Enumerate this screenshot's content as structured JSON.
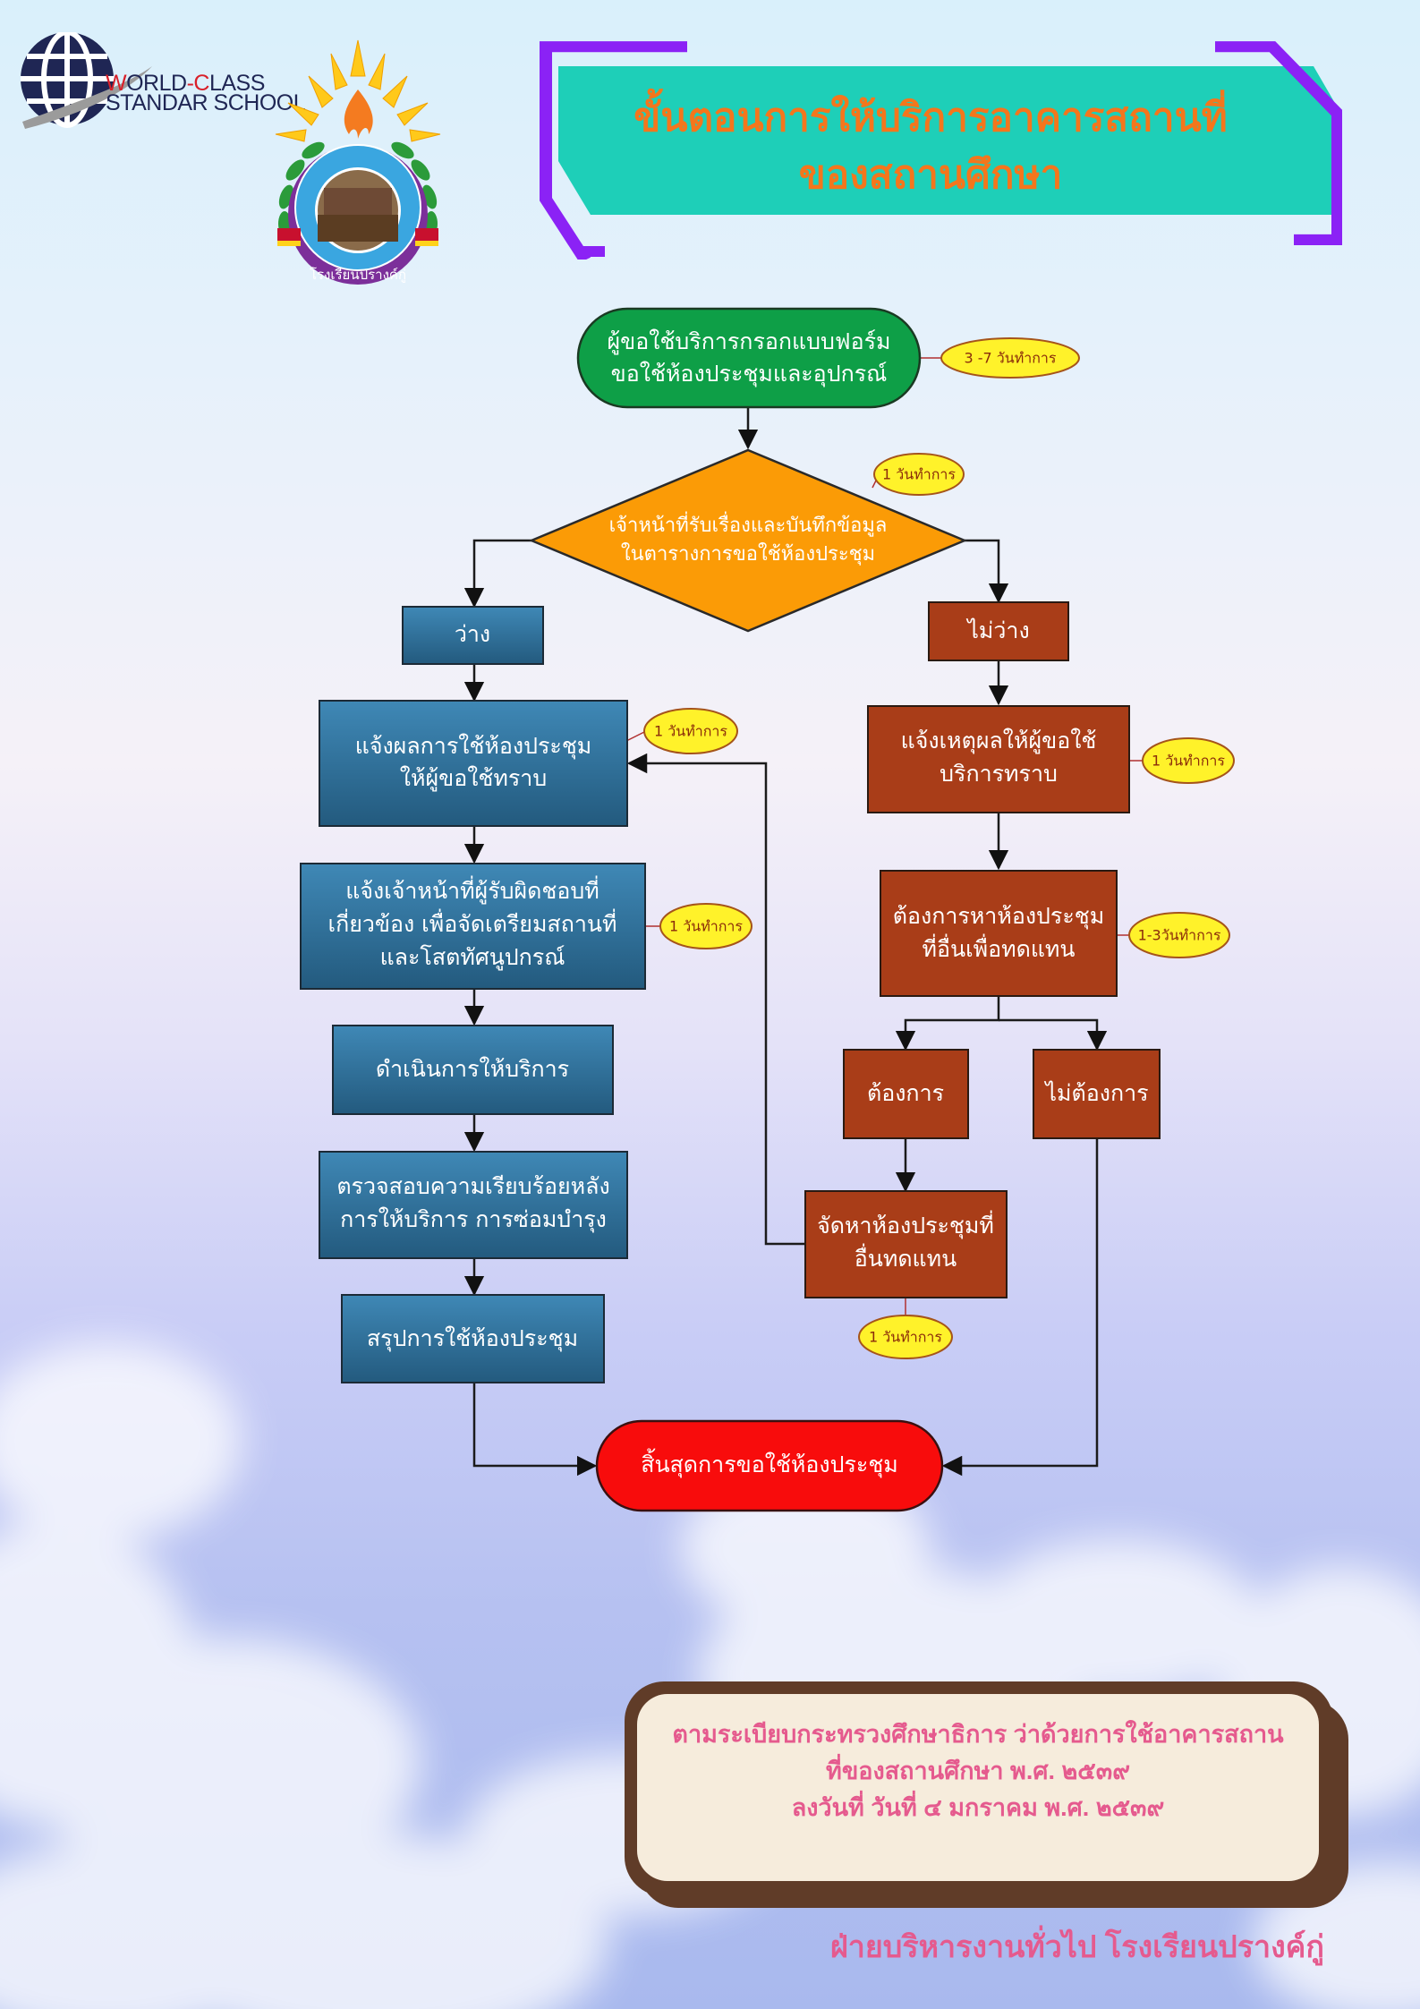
{
  "logos": {
    "world_class": {
      "line1_red": "W",
      "line1": "ORL",
      "line1_b": "D",
      "line1_red2": "-C",
      "line1_end": "LASS",
      "line2": "STANDAR",
      "line2_end": " SCHOOL"
    },
    "school_seal_name": "โรงเรียนปรางค์กู่"
  },
  "header": {
    "title_line1": "ขั้นตอนการให้บริการอาคารสถานที่",
    "title_line2": "ของสถานศึกษา"
  },
  "flowchart": {
    "start": {
      "line1": "ผู้ขอใช้บริการกรอกแบบฟอร์ม",
      "line2": "ขอใช้ห้องประชุมและอุปกรณ์",
      "duration": "3 -7 วันทำการ"
    },
    "decision": {
      "line1": "เจ้าหน้าที่รับเรื่องและบันทึกข้อมูล",
      "line2": "ในตารางการขอใช้ห้องประชุม",
      "duration": "1 วันทำการ"
    },
    "left_branch": {
      "available": "ว่าง",
      "notify_result": {
        "line1": "แจ้งผลการใช้ห้องประชุม",
        "line2": "ให้ผู้ขอใช้ทราบ",
        "duration": "1 วันทำการ"
      },
      "notify_staff": {
        "line1": "แจ้งเจ้าหน้าที่ผู้รับผิดชอบที่",
        "line2": "เกี่ยวข้อง เพื่อจัดเตรียมสถานที่",
        "line3": "และโสตทัศนูปกรณ์",
        "duration": "1 วันทำการ"
      },
      "provide_service": "ดำเนินการให้บริการ",
      "inspect": {
        "line1": "ตรวจสอบความเรียบร้อยหลัง",
        "line2": "การให้บริการ การซ่อมบำรุง"
      },
      "summary": "สรุปการใช้ห้องประชุม"
    },
    "right_branch": {
      "unavailable": "ไม่ว่าง",
      "notify_reason": {
        "line1": "แจ้งเหตุผลให้ผู้ขอใช้",
        "line2": "บริการทราบ",
        "duration": "1 วันทำการ"
      },
      "need_alt": {
        "line1": "ต้องการหาห้องประชุม",
        "line2": "ที่อื่นเพื่อทดแทน",
        "duration": "1-3วันทำการ"
      },
      "want": "ต้องการ",
      "not_want": "ไม่ต้องการ",
      "find_alt": {
        "line1": "จัดหาห้องประชุมที่",
        "line2": "อื่นทดแทน",
        "duration": "1 วันทำการ"
      }
    },
    "end": "สิ้นสุดการขอใช้ห้องประชุม",
    "colors": {
      "start": "#0e9f47",
      "decision": "#fb9b06",
      "left_boxes": "#2e6f96",
      "right_boxes": "#a93d18",
      "end": "#f80c0c",
      "badge": "#fff22a"
    }
  },
  "regulation": {
    "line1": "ตามระเบียบกระทรวงศึกษาธิการ ว่าด้วยการใช้อาคารสถาน",
    "line2": "ที่ของสถานศึกษา พ.ศ. ๒๕๓๙",
    "line3": "ลงวันที่  วันที่ ๔ มกราคม พ.ศ. ๒๕๓๙"
  },
  "footer": {
    "text": "ฝ่ายบริหารงานทั่วไป โรงเรียนปรางค์กู่"
  }
}
